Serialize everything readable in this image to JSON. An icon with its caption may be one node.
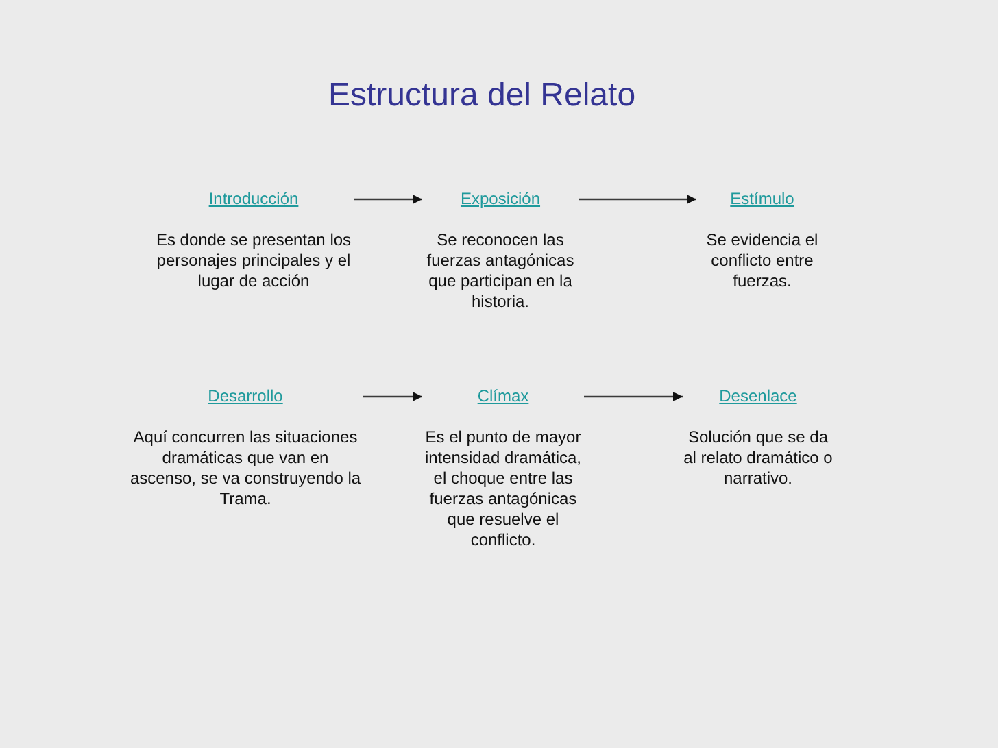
{
  "diagram": {
    "title": "Estructura del Relato",
    "nodes": [
      {
        "text": [
          "Introducción",
          "Es donde se presentan los personajes principales y el lugar de acción"
        ]
      },
      {
        "text": [
          "Exposición",
          "Se reconocen las fuerzas antagónicas que participan en la historia."
        ]
      },
      {
        "text": [
          "Estímulo",
          "Se evidencia el conflicto entre fuerzas."
        ]
      },
      {
        "text": [
          "Desarrollo",
          "Aquí concurren las situaciones dramáticas que van en ascenso, se va construyendo la Trama."
        ]
      },
      {
        "text": [
          "Clímax",
          "Es el punto de mayor intensidad dramática, el choque entre las fuerzas antagónicas que resuelve el conflicto."
        ]
      },
      {
        "text": [
          "Desenlace",
          "Solución que se da al relato dramático o narrativo."
        ]
      }
    ],
    "edges": [
      {
        "from": 0,
        "to": 1,
        "arrow": "to"
      },
      {
        "from": 1,
        "to": 2,
        "arrow": "to"
      },
      {
        "from": 3,
        "to": 4,
        "arrow": "to"
      },
      {
        "from": 4,
        "to": 5,
        "arrow": "to"
      }
    ]
  }
}
